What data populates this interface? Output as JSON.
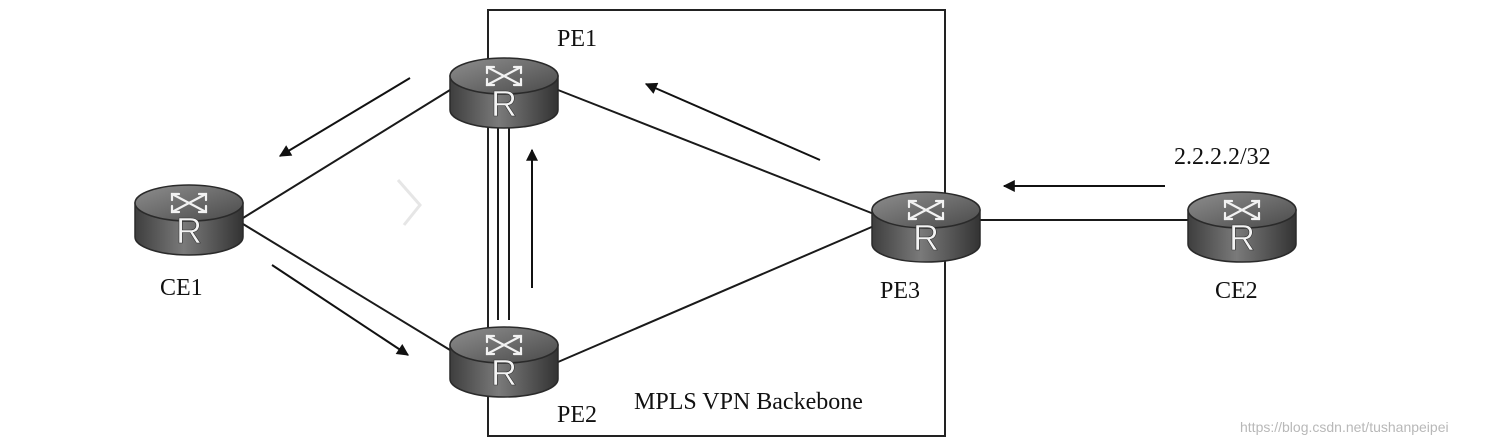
{
  "backbone": {
    "label": "MPLS VPN Backebone"
  },
  "nodes": [
    {
      "id": "PE1",
      "label": "PE1",
      "router_glyph": "R"
    },
    {
      "id": "PE2",
      "label": "PE2",
      "router_glyph": "R"
    },
    {
      "id": "PE3",
      "label": "PE3",
      "router_glyph": "R"
    },
    {
      "id": "CE1",
      "label": "CE1",
      "router_glyph": "R"
    },
    {
      "id": "CE2",
      "label": "CE2",
      "router_glyph": "R"
    }
  ],
  "links": [
    {
      "from": "CE1",
      "to": "PE1"
    },
    {
      "from": "CE1",
      "to": "PE2"
    },
    {
      "from": "PE1",
      "to": "PE2",
      "style": "double"
    },
    {
      "from": "PE1",
      "to": "PE3"
    },
    {
      "from": "PE2",
      "to": "PE3"
    },
    {
      "from": "PE3",
      "to": "CE2"
    }
  ],
  "route_flow": [
    "CE2",
    "PE3",
    "PE1",
    "CE1",
    "PE2",
    "PE1"
  ],
  "prefix": {
    "label": "2.2.2.2/32"
  },
  "watermark": "https://blog.csdn.net/tushanpeipei",
  "icon": "router-icon"
}
